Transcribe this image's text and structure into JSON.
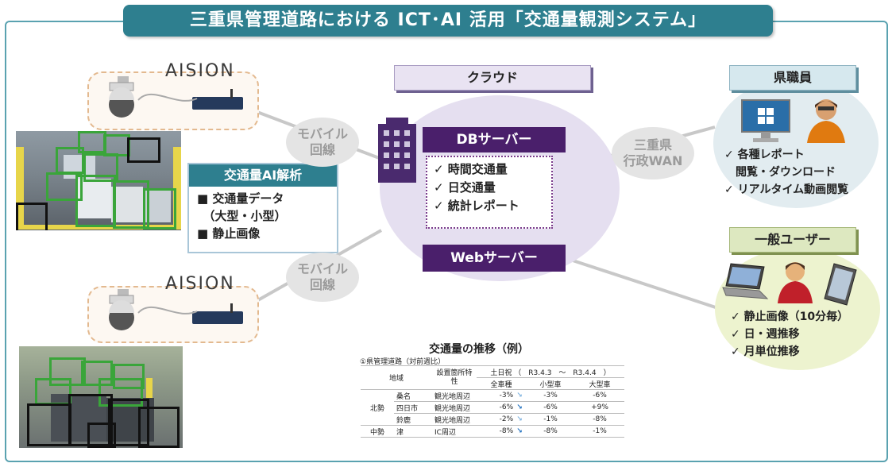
{
  "title": "三重県管理道路における ICT･AI 活用「交通量観測システム」",
  "brand": {
    "logo_text": "AISION"
  },
  "cloud": {
    "label": "クラウド"
  },
  "db_server": {
    "label": "DBサーバー",
    "items": [
      "✓ 時間交通量",
      "✓ 日交通量",
      "✓ 統計レポート"
    ]
  },
  "web_server": {
    "label": "Webサーバー"
  },
  "mobile_line": {
    "label1": "モバイル",
    "label2": "回線"
  },
  "wan": {
    "label1": "三重県",
    "label2": "行政WAN"
  },
  "ai_analysis": {
    "header": "交通量AI解析",
    "items": [
      "■ 交通量データ",
      "　（大型・小型）",
      "■ 静止画像"
    ]
  },
  "prefecture_staff": {
    "label": "県職員",
    "items": [
      "✓ 各種レポート",
      "　閲覧・ダウンロード",
      "✓ リアルタイム動画閲覧"
    ]
  },
  "general_users": {
    "label": "一般ユーザー",
    "items": [
      "✓ 静止画像（10分毎）",
      "✓ 日・週推移",
      "✓ 月単位推移"
    ]
  },
  "traffic_table": {
    "title": "交通量の推移（例）",
    "caption": "①県管理道路（対前週比）",
    "headers": {
      "region": "地域",
      "location_type": "設置箇所特性",
      "period": "土日祝 （　R3.4.3　～　R3.4.4　）",
      "all": "全車種",
      "small": "小型車",
      "large": "大型車"
    },
    "rows": [
      {
        "region": "北勢",
        "city": "桑名",
        "type": "観光地周辺",
        "all": "-3%",
        "small": "-3%",
        "large": "-6%"
      },
      {
        "region": "",
        "city": "四日市",
        "type": "観光地周辺",
        "all": "-6%",
        "small": "-6%",
        "large": "+9%"
      },
      {
        "region": "",
        "city": "鈴鹿",
        "type": "観光地周辺",
        "all": "-2%",
        "small": "-1%",
        "large": "-8%"
      },
      {
        "region": "中勢",
        "city": "津",
        "type": "IC周辺",
        "all": "-8%",
        "small": "-8%",
        "large": "-1%"
      }
    ]
  },
  "colors": {
    "teal": "#2e7f8f",
    "purple": "#4a1f6b",
    "green_box": "#3aa53a",
    "gray_line": "#c8c8c8"
  }
}
